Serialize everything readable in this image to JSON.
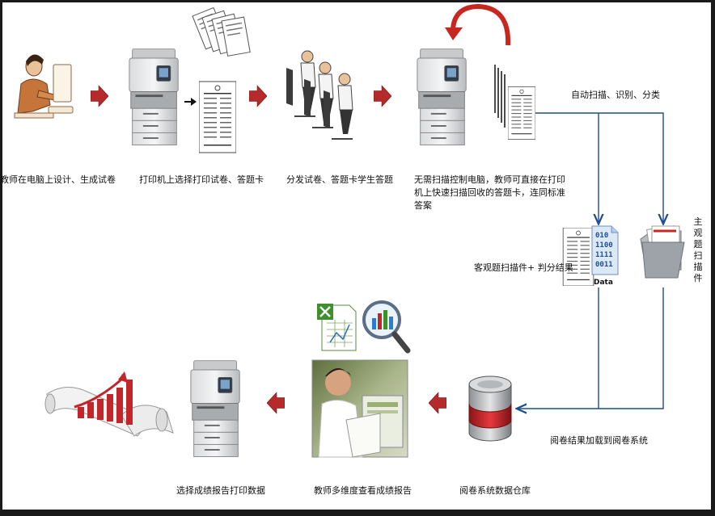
{
  "steps": {
    "teacher_design": "教师在电脑上设计、生成试卷",
    "print": "打印机上选择打印试卷、答题卡",
    "distribute": "分发试卷、答题卡学生答题",
    "scan": "无需扫描控制电脑，教师可直接在打印机上快速扫描回收的答题卡，连同标准答案",
    "auto_scan": "自动扫描、识别、分类",
    "objective": "客观题扫描件+ 判分结果",
    "subjective": "主观题扫描件",
    "load": "阅卷结果加载到阅卷系统",
    "warehouse": "阅卷系统数据仓库",
    "view_report": "教师多维度查看成绩报告",
    "print_report": "选择成绩报告打印数据"
  },
  "data_icon": {
    "bits": [
      "010",
      "1100",
      "1111",
      "0011"
    ],
    "caption": "Data"
  },
  "colors": {
    "arrow_red": "#b52a2a",
    "line_blue": "#1f4e8c",
    "disk_red": "#c0262a"
  }
}
